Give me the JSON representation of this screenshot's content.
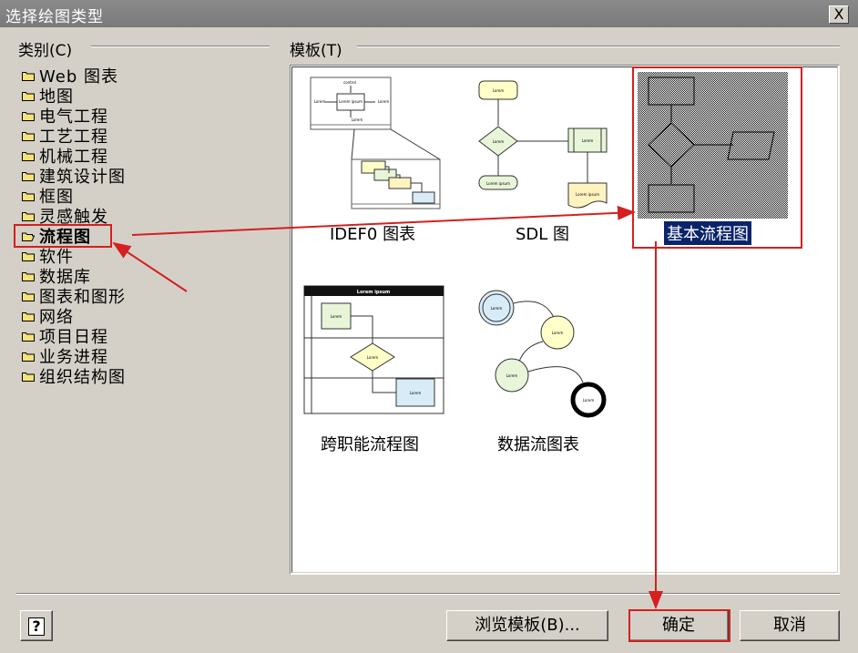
{
  "window": {
    "title": "选择绘图类型",
    "close_glyph": "X"
  },
  "category": {
    "label": "类别(C)",
    "items": [
      {
        "label": "Web 图表"
      },
      {
        "label": "地图"
      },
      {
        "label": "电气工程"
      },
      {
        "label": "工艺工程"
      },
      {
        "label": "机械工程"
      },
      {
        "label": "建筑设计图"
      },
      {
        "label": "框图"
      },
      {
        "label": "灵感触发"
      },
      {
        "label": "流程图",
        "selected": true
      },
      {
        "label": "软件"
      },
      {
        "label": "数据库"
      },
      {
        "label": "图表和图形"
      },
      {
        "label": "网络"
      },
      {
        "label": "项目日程"
      },
      {
        "label": "业务进程"
      },
      {
        "label": "组织结构图"
      }
    ]
  },
  "templates": {
    "label": "模板(T)",
    "items": [
      {
        "label": "IDEF0 图表"
      },
      {
        "label": "SDL 图"
      },
      {
        "label": "基本流程图",
        "selected": true
      },
      {
        "label": "跨职能流程图"
      },
      {
        "label": "数据流图表"
      }
    ],
    "thumb_text": {
      "idef_control": "control",
      "idef_input": "Lorem",
      "idef_box": "Lorem ipsum",
      "idef_output": "Lorem",
      "idef_mech": "Lorem",
      "sdl_start": "Lorem",
      "sdl_decision": "Lorem",
      "sdl_box": "Lorem",
      "sdl_end": "Lorem ipsum",
      "sdl_doc": "Lorem ipsum",
      "cf_title": "Lorem ipsum",
      "cf_box1": "Lorem",
      "cf_decision": "Lorem",
      "cf_box2": "Lorem",
      "df_c1": "Lorem",
      "df_c2": "Lorem",
      "df_c3": "Lorem",
      "df_c4": "Lorem"
    }
  },
  "buttons": {
    "help": "?",
    "browse": "浏览模板(B)...",
    "ok": "确定",
    "cancel": "取消"
  },
  "colors": {
    "annotation": "#d42020",
    "selection": "#0a246a",
    "folder": "#f6e27a"
  }
}
